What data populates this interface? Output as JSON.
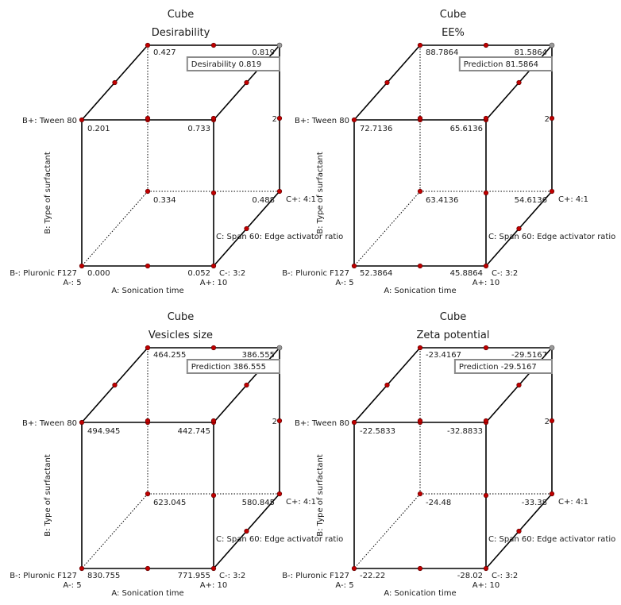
{
  "chart_data": [
    {
      "type": "cube",
      "title": "Cube",
      "subtitle": "Desirability",
      "factors": {
        "A": {
          "name": "A: Sonication time",
          "low": "A-: 5",
          "high": "A+: 10"
        },
        "B": {
          "name": "B: Type of surfactant",
          "low": "B-: Pluronic F127",
          "high": "B+: Tween 80"
        },
        "C": {
          "name": "C: Span 60: Edge activator ratio",
          "low": "C-: 3:2",
          "high": "C+: 4:1"
        }
      },
      "corners": {
        "A-B-C-": "0.000",
        "A+B-C-": "0.052",
        "A-B+C-": "0.201",
        "A+B+C-": "0.733",
        "A-B-C+": "0.334",
        "A+B-C+": "0.488",
        "A-B+C+": "0.427",
        "A+B+C+": "0.819"
      },
      "center_label": "2",
      "tooltip": {
        "label": "Desirability",
        "value": "0.819"
      }
    },
    {
      "type": "cube",
      "title": "Cube",
      "subtitle": "EE%",
      "factors": {
        "A": {
          "name": "A: Sonication time",
          "low": "A-: 5",
          "high": "A+: 10"
        },
        "B": {
          "name": "B: Type of surfactant",
          "low": "B-: Pluronic F127",
          "high": "B+: Tween 80"
        },
        "C": {
          "name": "C: Span 60: Edge activator ratio",
          "low": "C-: 3:2",
          "high": "C+: 4:1"
        }
      },
      "corners": {
        "A-B-C-": "52.3864",
        "A+B-C-": "45.8864",
        "A-B+C-": "72.7136",
        "A+B+C-": "65.6136",
        "A-B-C+": "63.4136",
        "A+B-C+": "54.6136",
        "A-B+C+": "88.7864",
        "A+B+C+": "81.5864"
      },
      "center_label": "2",
      "tooltip": {
        "label": "Prediction",
        "value": "81.5864"
      }
    },
    {
      "type": "cube",
      "title": "Cube",
      "subtitle": "Vesicles size",
      "factors": {
        "A": {
          "name": "A: Sonication time",
          "low": "A-: 5",
          "high": "A+: 10"
        },
        "B": {
          "name": "B: Type of surfactant",
          "low": "B-: Pluronic F127",
          "high": "B+: Tween 80"
        },
        "C": {
          "name": "C: Span 60: Edge activator ratio",
          "low": "C-: 3:2",
          "high": "C+: 4:1"
        }
      },
      "corners": {
        "A-B-C-": "830.755",
        "A+B-C-": "771.955",
        "A-B+C-": "494.945",
        "A+B+C-": "442.745",
        "A-B-C+": "623.045",
        "A+B-C+": "580.845",
        "A-B+C+": "464.255",
        "A+B+C+": "386.555"
      },
      "center_label": "2",
      "tooltip": {
        "label": "Prediction",
        "value": "386.555"
      }
    },
    {
      "type": "cube",
      "title": "Cube",
      "subtitle": "Zeta potential",
      "factors": {
        "A": {
          "name": "A: Sonication time",
          "low": "A-: 5",
          "high": "A+: 10"
        },
        "B": {
          "name": "B: Type of surfactant",
          "low": "B-: Pluronic F127",
          "high": "B+: Tween 80"
        },
        "C": {
          "name": "C: Span 60: Edge activator ratio",
          "low": "C-: 3:2",
          "high": "C+: 4:1"
        }
      },
      "corners": {
        "A-B-C-": "-22.22",
        "A+B-C-": "-28.02",
        "A-B+C-": "-22.5833",
        "A+B+C-": "-32.8833",
        "A-B-C+": "-24.48",
        "A+B-C+": "-33.38",
        "A-B+C+": "-23.4167",
        "A+B+C+": "-29.5167"
      },
      "center_label": "2",
      "tooltip": {
        "label": "Prediction",
        "value": "-29.5167"
      }
    }
  ]
}
